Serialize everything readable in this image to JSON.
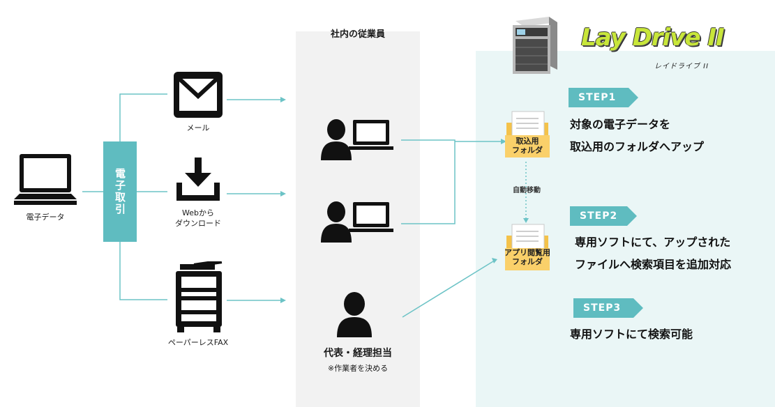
{
  "employees_panel": {
    "title": "社内の従業員"
  },
  "source": {
    "label": "電子データ"
  },
  "channel_bar": {
    "label": "電子取引"
  },
  "channels": [
    {
      "label": "メール"
    },
    {
      "label_line1": "Webから",
      "label_line2": "ダウンロード"
    },
    {
      "label": "ペーパーレスFAX"
    }
  ],
  "representative": {
    "label": "代表・経理担当",
    "note": "※作業者を決める"
  },
  "logo": {
    "name": "Lay Drive II",
    "kana": "レイドライブ II"
  },
  "folders": {
    "upload": {
      "line1": "取込用",
      "line2": "フォルダ"
    },
    "browse": {
      "line1": "アプリ閲覧用",
      "line2": "フォルダ"
    },
    "auto_move_label": "自動移動"
  },
  "steps": [
    {
      "tag": "STEP1",
      "line1": "対象の電子データを",
      "line2": "取込用のフォルダへアップ"
    },
    {
      "tag": "STEP2",
      "line1": "専用ソフトにて、アップされた",
      "line2": "ファイルへ検索項目を追加対応"
    },
    {
      "tag": "STEP3",
      "line1": "専用ソフトにて検索可能"
    }
  ],
  "colors": {
    "accent": "#5fbcc0",
    "line": "#6cc3c6",
    "logo_green": "#c8e63a",
    "panel_grey": "#f2f2f2",
    "panel_teal": "#eaf6f6"
  }
}
